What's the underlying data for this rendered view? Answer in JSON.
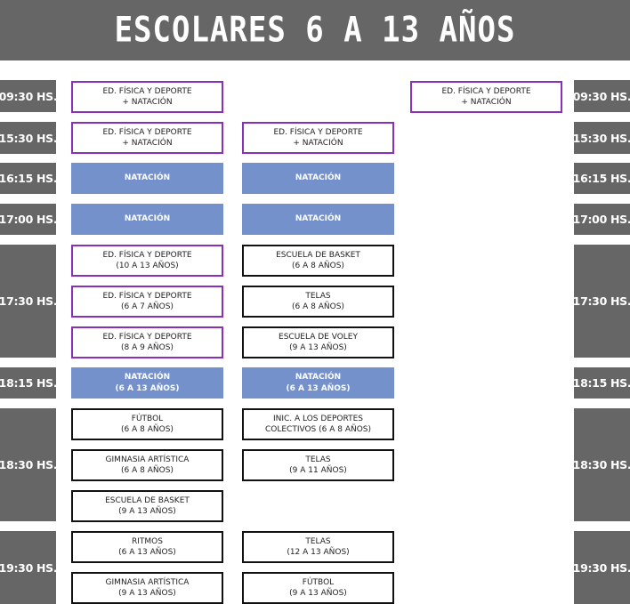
{
  "title": "ESCOLARES 6 A 13 AÑOS",
  "times": {
    "t0930": "09:30 HS.",
    "t1530": "15:30 HS.",
    "t1615": "16:15 HS.",
    "t1700": "17:00 HS.",
    "t1730": "17:30 HS.",
    "t1815": "18:15 HS.",
    "t1830": "18:30 HS.",
    "t1930": "19:30 HS."
  },
  "classes": {
    "r0930_a": "ED. FÍSICA Y DEPORTE\n+ NATACIÓN",
    "r0930_c": "ED. FÍSICA Y DEPORTE\n+ NATACIÓN",
    "r1530_a": "ED. FÍSICA Y DEPORTE\n+ NATACIÓN",
    "r1530_b": "ED. FÍSICA Y DEPORTE\n+ NATACIÓN",
    "r1615_a": "NATACIÓN",
    "r1615_b": "NATACIÓN",
    "r1700_a": "NATACIÓN",
    "r1700_b": "NATACIÓN",
    "r1730a_a": "ED. FÍSICA Y DEPORTE\n(10 A 13 AÑOS)",
    "r1730a_b": "ESCUELA DE BASKET\n(6 A 8 AÑOS)",
    "r1730b_a": "ED. FÍSICA Y DEPORTE\n(6 A 7 AÑOS)",
    "r1730b_b": "TELAS\n(6 A 8 AÑOS)",
    "r1730c_a": "ED. FÍSICA Y DEPORTE\n(8 A 9 AÑOS)",
    "r1730c_b": "ESCUELA DE VOLEY\n(9 A 13 AÑOS)",
    "r1815_a": "NATACIÓN\n(6 A 13 AÑOS)",
    "r1815_b": "NATACIÓN\n(6 A 13 AÑOS)",
    "r1830a_a": "FÚTBOL\n(6 A 8 AÑOS)",
    "r1830a_b": "INIC. A LOS DEPORTES\nCOLECTIVOS (6 A 8 AÑOS)",
    "r1830b_a": "GIMNASIA ARTÍSTICA\n(6 A 8 AÑOS)",
    "r1830b_b": "TELAS\n(9 A 11 AÑOS)",
    "r1830c_a": "ESCUELA DE BASKET\n(9 A 13 AÑOS)",
    "r1930a_a": "RITMOS\n(6 A 13 AÑOS)",
    "r1930a_b": "TELAS\n(12 A 13 AÑOS)",
    "r1930b_a": "GIMNASIA ARTÍSTICA\n(9 A 13 AÑOS)",
    "r1930b_b": "FÚTBOL\n(9 A 13 AÑOS)"
  },
  "colors": {
    "header_bg": "#666666",
    "time_bg": "#666666",
    "natacion_bg": "#7491cb",
    "purple_border": "#8a2fb8",
    "black_border": "#111111"
  }
}
